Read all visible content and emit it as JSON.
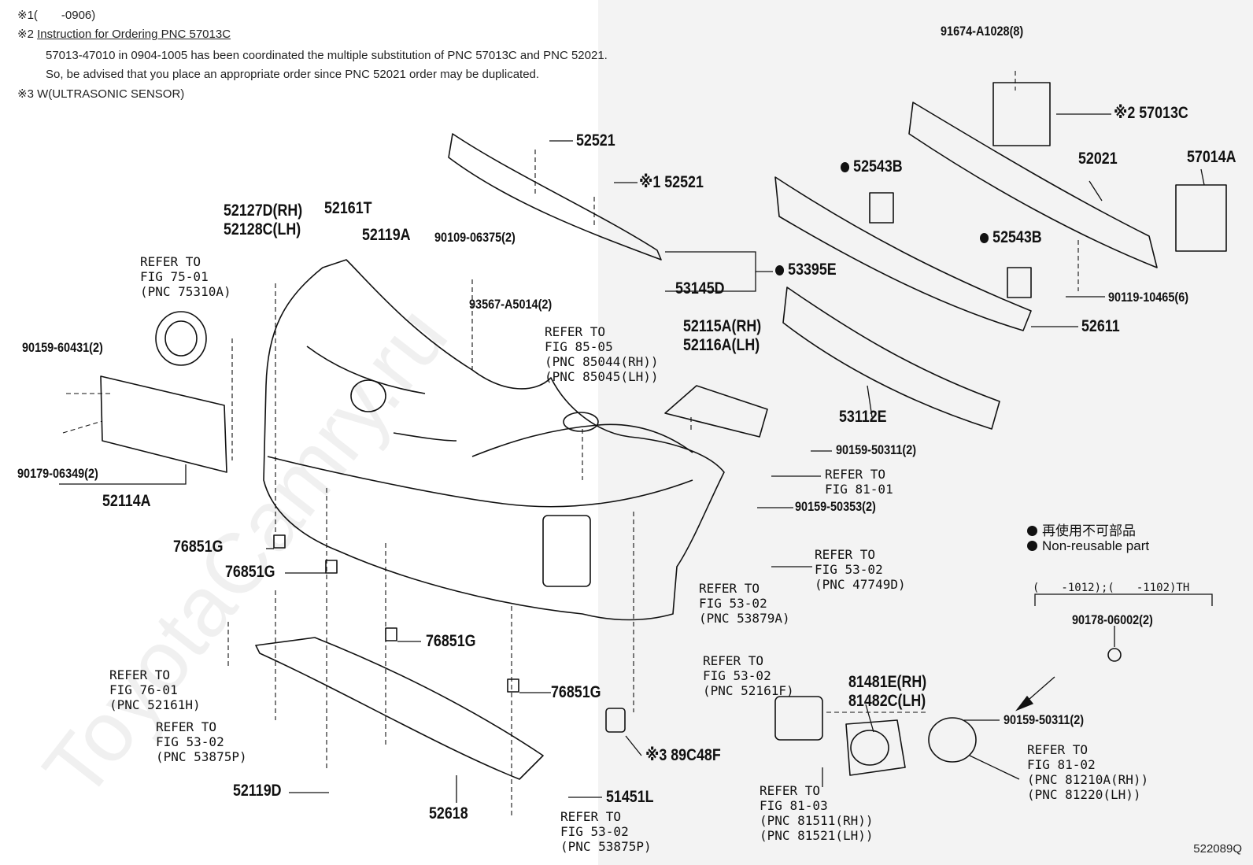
{
  "notes": {
    "n1": "※1(　　-0906)",
    "n2_prefix": "※2 ",
    "n2_link": "Instruction for Ordering PNC 57013C",
    "n2_line1": "57013-47010 in 0904-1005 has been coordinated the multiple substitution of PNC 57013C and PNC 52021.",
    "n2_line2": "So, be advised that you place an appropriate order since PNC 52021 order may be duplicated.",
    "n3": "※3 W(ULTRASONIC SENSOR)"
  },
  "parts": {
    "p91674": "91674-A1028(8)",
    "p57013C": "※2 57013C",
    "p52021": "52021",
    "p57014A": "57014A",
    "p52543B_1": "52543B",
    "p52543B_2": "52543B",
    "p90119": "90119-10465(6)",
    "p52611": "52611",
    "p52521_1": "52521",
    "p52521_2": "※1 52521",
    "p53395E": "53395E",
    "p53145D": "53145D",
    "p52127D": "52127D(RH)\n52128C(LH)",
    "p52161T": "52161T",
    "p52119A": "52119A",
    "p90109": "90109-06375(2)",
    "p93567": "93567-A5014(2)",
    "p52115A": "52115A(RH)\n52116A(LH)",
    "p53112E": "53112E",
    "p90159_60431": "90159-60431(2)",
    "p90179": "90179-06349(2)",
    "p52114A": "52114A",
    "p90159_50311a": "90159-50311(2)",
    "p90159_50353": "90159-50353(2)",
    "p76851G_1": "76851G",
    "p76851G_2": "76851G",
    "p76851G_3": "76851G",
    "p76851G_4": "76851G",
    "p52119D": "52119D",
    "p52618": "52618",
    "p51451L": "51451L",
    "p89C48F": "※3 89C48F",
    "p81481E": "81481E(RH)\n81482C(LH)",
    "p90159_50311b": "90159-50311(2)",
    "p90178": "90178-06002(2)",
    "p90178_range": "(　　-1012);(　　-1102)TH"
  },
  "refs": {
    "r75": "REFER TO\nFIG 75-01\n(PNC 75310A)",
    "r85": "REFER TO\nFIG 85-05\n(PNC 85044(RH))\n(PNC 85045(LH))",
    "r81_01": "REFER TO\nFIG 81-01",
    "r53_47749": "REFER TO\nFIG 53-02\n(PNC 47749D)",
    "r53_53879": "REFER TO\nFIG 53-02\n(PNC 53879A)",
    "r53_52161F": "REFER TO\nFIG 53-02\n(PNC 52161F)",
    "r76": "REFER TO\nFIG 76-01\n(PNC 52161H)",
    "r53_53875P_a": "REFER TO\nFIG 53-02\n(PNC 53875P)",
    "r53_53875P_b": "REFER TO\nFIG 53-02\n(PNC 53875P)",
    "r81_03": "REFER TO\nFIG 81-03\n(PNC 81511(RH))\n(PNC 81521(LH))",
    "r81_02": "REFER TO\nFIG 81-02\n(PNC 81210A(RH))\n(PNC 81220(LH))"
  },
  "legend": {
    "jp": "再使用不可部品",
    "en": "Non-reusable part"
  },
  "diagram_id": "522089Q",
  "watermark": "ToyotaCamry.ru"
}
